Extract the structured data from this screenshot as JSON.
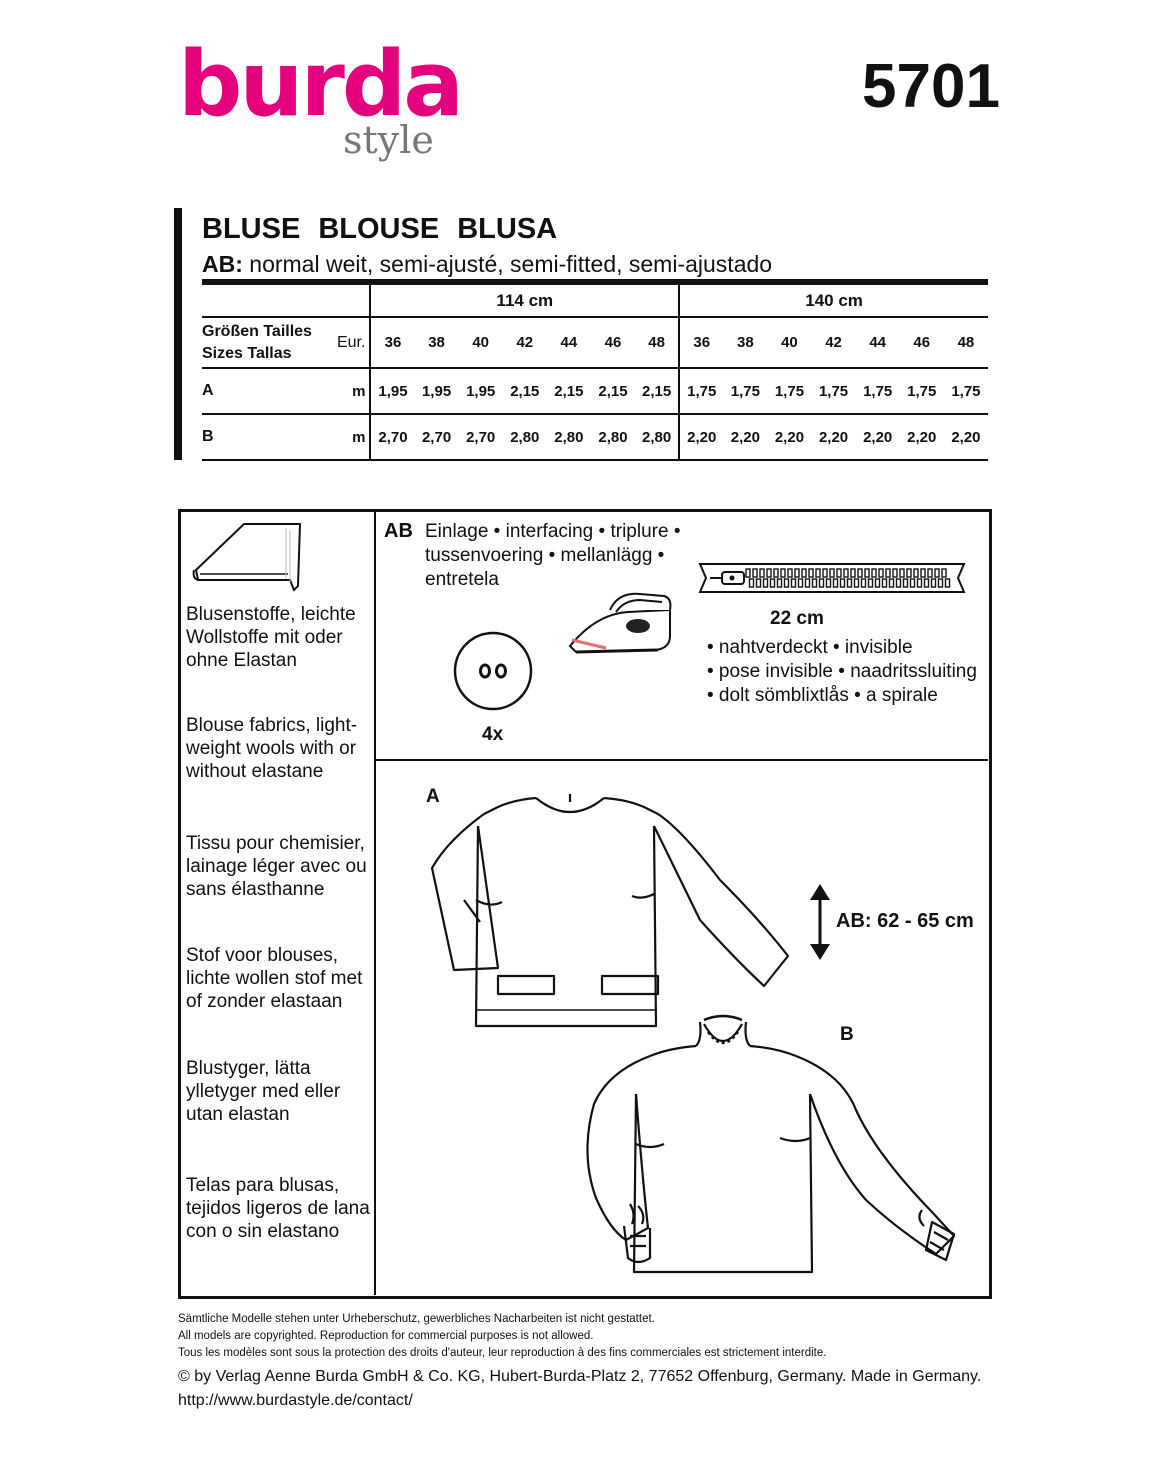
{
  "header": {
    "brand_main": "burda",
    "brand_sub": "style",
    "pattern_number": "5701",
    "brand_color": "#e5007e",
    "brand_sub_color": "#777777"
  },
  "garment": {
    "title": "BLUSE BLOUSE BLUSA",
    "fit_code": "AB:",
    "fit_text": "normal weit, semi-ajusté, semi-fitted, semi-ajustado"
  },
  "size_table": {
    "label_line1": "Größen Tailles",
    "label_line2": "Sizes Tallas",
    "eur_label": "Eur.",
    "unit": "m",
    "groups": [
      {
        "width": "114 cm",
        "sizes": [
          "36",
          "38",
          "40",
          "42",
          "44",
          "46",
          "48"
        ]
      },
      {
        "width": "140 cm",
        "sizes": [
          "36",
          "38",
          "40",
          "42",
          "44",
          "46",
          "48"
        ]
      }
    ],
    "rows": [
      {
        "view": "A",
        "values": [
          "1,95",
          "1,95",
          "1,95",
          "2,15",
          "2,15",
          "2,15",
          "2,15",
          "1,75",
          "1,75",
          "1,75",
          "1,75",
          "1,75",
          "1,75",
          "1,75"
        ]
      },
      {
        "view": "B",
        "values": [
          "2,70",
          "2,70",
          "2,70",
          "2,80",
          "2,80",
          "2,80",
          "2,80",
          "2,20",
          "2,20",
          "2,20",
          "2,20",
          "2,20",
          "2,20",
          "2,20"
        ]
      }
    ]
  },
  "fabrics": [
    "Blusenstoffe, leichte Wollstoffe mit oder ohne Elastan",
    "Blouse fabrics, light-weight wools with or without elastane",
    "Tissu pour chemisier, lainage léger avec ou sans élasthanne",
    "Stof voor blouses, lichte wollen stof met of zonder elastaan",
    "Blustyger, lätta ylletyger med eller utan elastan",
    "Telas para blusas, tejidos ligeros de lana con o sin elastano"
  ],
  "notions": {
    "code": "AB",
    "interfacing_text": "Einlage • interfacing • triplure • tussenvoering • mellanlägg • entretela",
    "button_count": "4x",
    "zipper_length": "22 cm",
    "zipper_types": [
      "• nahtverdeckt • invisible",
      "• pose invisible • naadritssluiting",
      "• dolt sömblixtlås • a spirale"
    ],
    "icons": [
      "fabric-roll-icon",
      "iron-icon",
      "button-icon",
      "zipper-icon"
    ]
  },
  "views": {
    "view_a_label": "A",
    "view_b_label": "B",
    "length_label": "AB: 62 - 65 cm"
  },
  "footer": {
    "notice_de": "Sämtliche Modelle stehen unter Urheberschutz, gewerbliches Nacharbeiten ist nicht gestattet.",
    "notice_en": "All models are copyrighted. Reproduction for commercial purposes is not allowed.",
    "notice_fr": "Tous les modèles sont sous la protection des droits d'auteur, leur reproduction à des fins commerciales est strictement interdite.",
    "publisher": "© by Verlag Aenne Burda GmbH & Co. KG, Hubert-Burda-Platz 2, 77652 Offenburg, Germany. Made in Germany.",
    "url": "http://www.burdastyle.de/contact/"
  }
}
